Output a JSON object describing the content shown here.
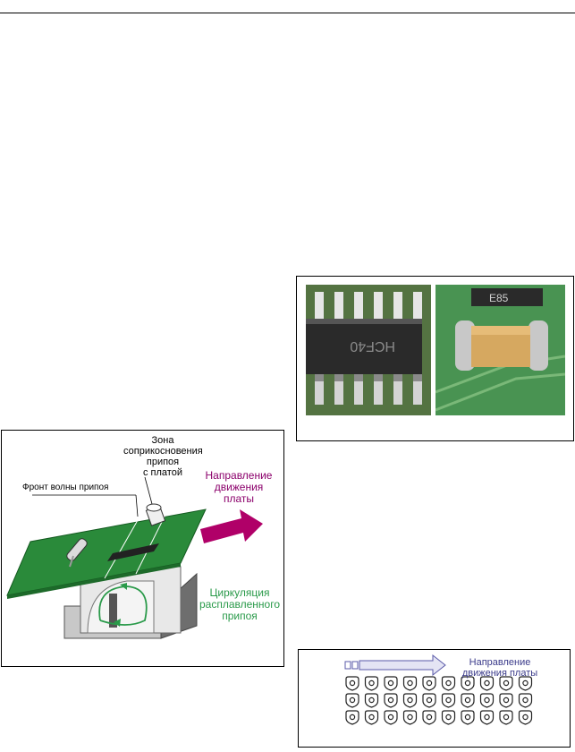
{
  "figures": {
    "wave_soldering": {
      "contact_zone_label": [
        "Зона",
        "соприкосновения",
        "припоя",
        "с платой"
      ],
      "wave_front_label": "Фронт волны припоя",
      "board_direction_label": [
        "Направление",
        "движения",
        "платы"
      ],
      "circulation_label": [
        "Циркуляция",
        "расплавленного",
        "припоя"
      ],
      "colors": {
        "board": "#2a8a3a",
        "direction_arrow": "#b00068",
        "direction_text": "#8b006b",
        "circulation": "#2a9a4a"
      }
    },
    "solder_photos": {
      "left_photo_marking": "HCF40",
      "right_photo_marking": "E85"
    },
    "pad_layout": {
      "direction_label": [
        "Направление",
        "движения платы"
      ],
      "rows": 3,
      "columns": 10,
      "colors": {
        "arrow": "#5a5aa8",
        "text": "#3a3a8a"
      }
    }
  }
}
